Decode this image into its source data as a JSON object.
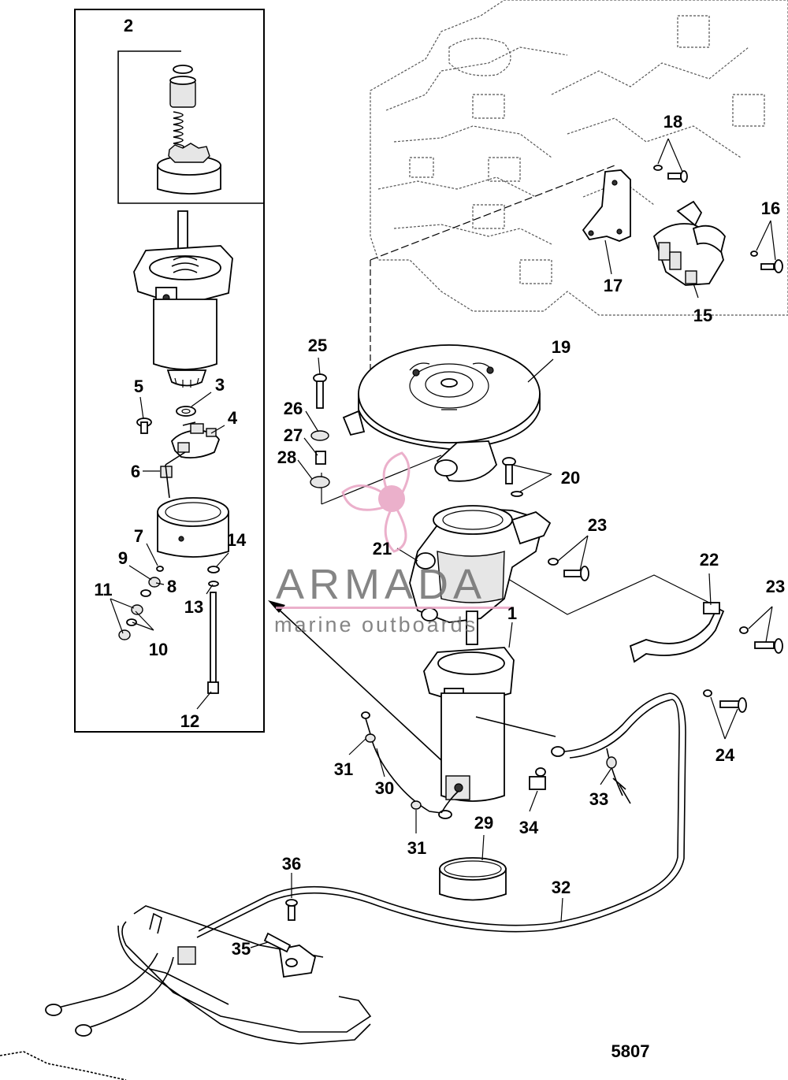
{
  "watermark": {
    "brand": "ARMADA",
    "tagline": "marine outboards",
    "colors": {
      "text": "#707070",
      "accent": "#e8a3c3",
      "accent_dark": "#d66fa0"
    }
  },
  "figure_number": "5807",
  "callouts": {
    "c1": "1",
    "c2": "2",
    "c3": "3",
    "c4": "4",
    "c5": "5",
    "c6": "6",
    "c7": "7",
    "c8": "8",
    "c9": "9",
    "c10": "10",
    "c11": "11",
    "c12": "12",
    "c13": "13",
    "c14": "14",
    "c15": "15",
    "c16": "16",
    "c17": "17",
    "c18": "18",
    "c19": "19",
    "c20": "20",
    "c21": "21",
    "c22": "22",
    "c23a": "23",
    "c23b": "23",
    "c24": "24",
    "c25": "25",
    "c26": "26",
    "c27": "27",
    "c28": "28",
    "c29": "29",
    "c30": "30",
    "c31a": "31",
    "c31b": "31",
    "c32": "32",
    "c33": "33",
    "c34": "34",
    "c35": "35",
    "c36": "36"
  }
}
